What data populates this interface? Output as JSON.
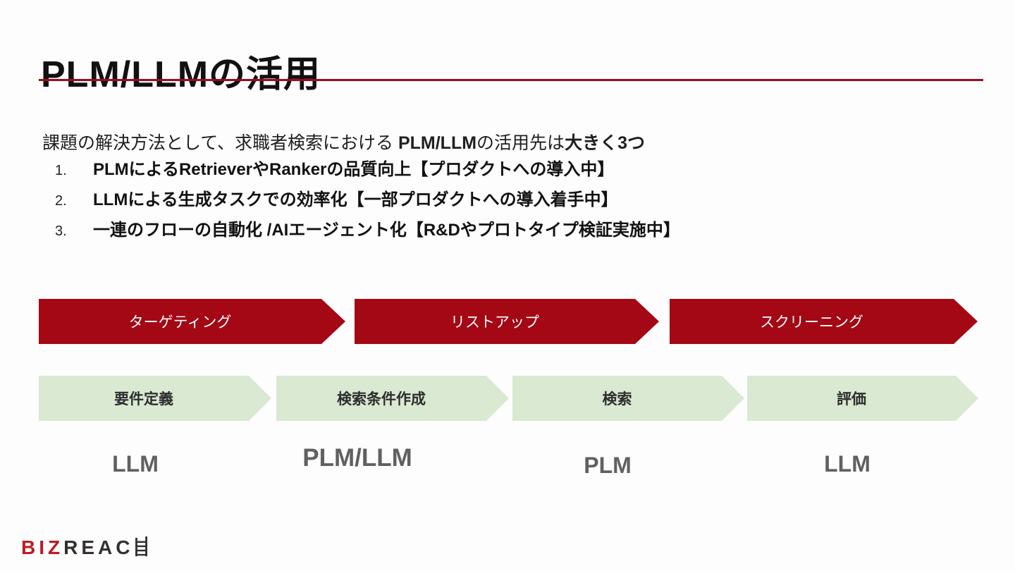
{
  "title": "PLM/LLMの活用",
  "intro": {
    "part1": "課題の解決方法として、求職者検索における ",
    "part2": "PLM/LLM",
    "part3": "の活用先は",
    "part4": "大きく3つ"
  },
  "list": [
    {
      "num": "1.",
      "text": "PLMによるRetrieverやRankerの品質向上【プロダクトへの導入中】"
    },
    {
      "num": "2.",
      "text": "LLMによる生成タスクでの効率化【一部プロダクトへの導入着手中】"
    },
    {
      "num": "3.",
      "text": "一連のフローの自動化 /AIエージェント化【R&Dやプロトタイプ検証実施中】"
    }
  ],
  "process": {
    "red_steps": [
      {
        "label": "ターゲティング"
      },
      {
        "label": "リストアップ"
      },
      {
        "label": "スクリーニング"
      }
    ],
    "green_steps": [
      {
        "label": "要件定義"
      },
      {
        "label": "検索条件作成"
      },
      {
        "label": "検索"
      },
      {
        "label": "評価"
      }
    ],
    "tech_labels": [
      {
        "label": "LLM"
      },
      {
        "label": "PLM/LLM"
      },
      {
        "label": "PLM"
      },
      {
        "label": "LLM"
      }
    ]
  },
  "logo": {
    "prefix": "BIZ",
    "middle": "REAC",
    "ladder_icon": "ladder-h-icon"
  },
  "colors": {
    "accent_red": "#a30814",
    "rule_red": "#9e0b1c",
    "light_green": "#d9e9d2",
    "label_gray": "#606060",
    "logo_red": "#c11a22",
    "logo_dark": "#33302e"
  }
}
